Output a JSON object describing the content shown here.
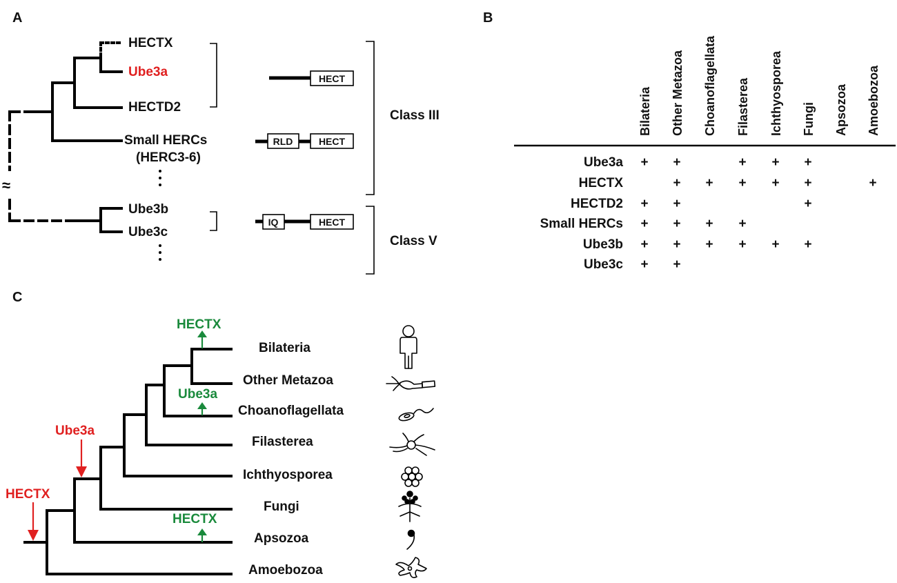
{
  "panels": {
    "a": "A",
    "b": "B",
    "c": "C"
  },
  "panel_a": {
    "genes": [
      "HECTX",
      "Ube3a",
      "HECTD2",
      "Small HERCs",
      "(HERC3-6)",
      "Ube3b",
      "Ube3c"
    ],
    "classes": [
      "Class III",
      "Class V"
    ],
    "domains": {
      "hect": "HECT",
      "rld": "RLD",
      "iq": "IQ"
    },
    "highlight_color": "#e02020"
  },
  "panel_b": {
    "columns": [
      "Bilateria",
      "Other Metazoa",
      "Choanoflagellata",
      "Filasterea",
      "Ichthyosporea",
      "Fungi",
      "Apsozoa",
      "Amoebozoa"
    ],
    "rows": [
      {
        "name": "Ube3a",
        "cells": [
          "+",
          "+",
          "",
          "+",
          "+",
          "+",
          "",
          ""
        ]
      },
      {
        "name": "HECTX",
        "cells": [
          "",
          "+",
          "+",
          "+",
          "+",
          "+",
          "",
          "+"
        ]
      },
      {
        "name": "HECTD2",
        "cells": [
          "+",
          "+",
          "",
          "",
          "",
          "+",
          "",
          ""
        ]
      },
      {
        "name": "Small HERCs",
        "cells": [
          "+",
          "+",
          "+",
          "+",
          "",
          "",
          "",
          ""
        ]
      },
      {
        "name": "Ube3b",
        "cells": [
          "+",
          "+",
          "+",
          "+",
          "+",
          "+",
          "",
          ""
        ]
      },
      {
        "name": "Ube3c",
        "cells": [
          "+",
          "+",
          "",
          "",
          "",
          "",
          "",
          ""
        ]
      }
    ]
  },
  "panel_c": {
    "taxa": [
      "Bilateria",
      "Other Metazoa",
      "Choanoflagellata",
      "Filasterea",
      "Ichthyosporea",
      "Fungi",
      "Apsozoa",
      "Amoebozoa"
    ],
    "events": {
      "gain_hectx_root": "HECTX",
      "gain_ube3a": "Ube3a",
      "loss_hectx_bilateria": "HECTX",
      "loss_ube3a_choano": "Ube3a",
      "loss_hectx_apsozoa": "HECTX"
    },
    "gain_color": "#e02020",
    "loss_color": "#1a8a3c",
    "icons": [
      "human-icon",
      "sponge-icon",
      "choanoflagellate-icon",
      "filasterea-icon",
      "ichthyosporea-icon",
      "fungi-icon",
      "apsozoa-icon",
      "amoeba-icon"
    ]
  }
}
